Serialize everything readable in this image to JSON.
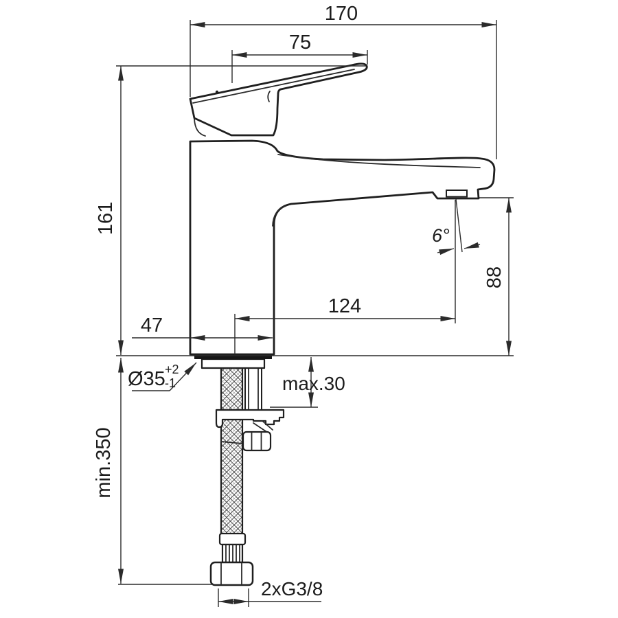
{
  "drawing": {
    "labels": {
      "total_width": "170",
      "handle_length": "75",
      "overall_height": "161",
      "spray_angle": "6°",
      "outlet_height": "88",
      "spout_reach": "124",
      "base_width": "47",
      "hole_diameter": "Ø35",
      "hole_tol_plus": "+2",
      "hole_tol_minus": "-1",
      "max_deck_thickness": "max.30",
      "min_clearance": "min.350",
      "supply_connection": "2xG3/8"
    },
    "colors": {
      "line": "#1f1f1f",
      "dimension_line": "#2b2b2b",
      "background": "#ffffff"
    }
  }
}
